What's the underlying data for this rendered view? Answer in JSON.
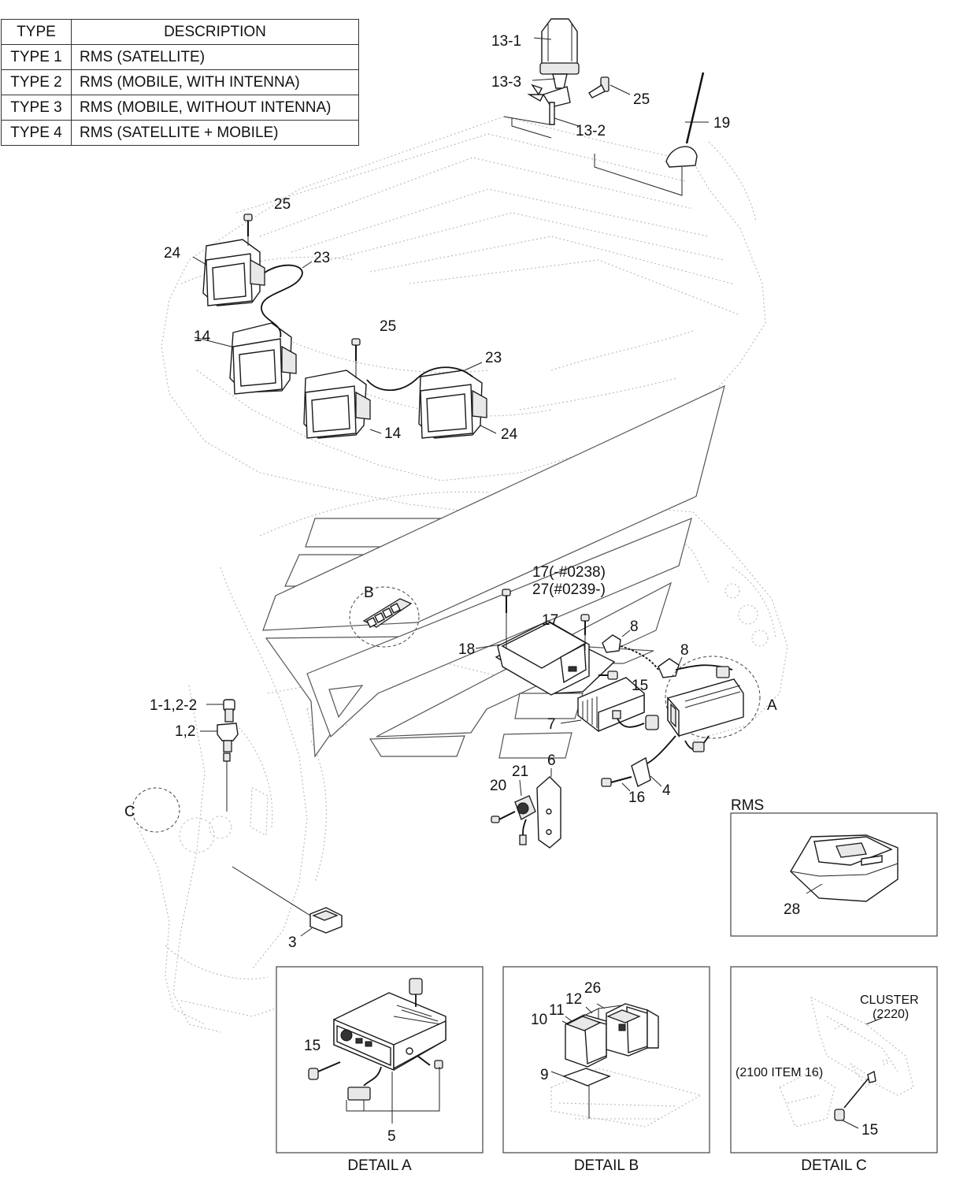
{
  "table": {
    "header": {
      "type": "TYPE",
      "description": "DESCRIPTION"
    },
    "rows": [
      {
        "type": "TYPE 1",
        "description": "RMS (SATELLITE)"
      },
      {
        "type": "TYPE 2",
        "description": "RMS (MOBILE, WITH INTENNA)"
      },
      {
        "type": "TYPE 3",
        "description": "RMS (MOBILE, WITHOUT INTENNA)"
      },
      {
        "type": "TYPE 4",
        "description": "RMS (SATELLITE + MOBILE)"
      }
    ]
  },
  "labels": {
    "p13_1": "13-1",
    "p13_3": "13-3",
    "p13_2": "13-2",
    "p25_top": "25",
    "p19": "19",
    "p25_lamp": "25",
    "p24_left": "24",
    "p23_left": "23",
    "p14_left": "14",
    "p25_mid": "25",
    "p23_right": "23",
    "p14_right": "14",
    "p24_right": "24",
    "p17_27a": "17(-#0238)",
    "p17_27b": "27(#0239-)",
    "pB": "B",
    "p17": "17",
    "p8_a": "8",
    "p8_b": "8",
    "p18": "18",
    "p15": "15",
    "pA": "A",
    "p7": "7",
    "p1_1": "1-1,2-2",
    "p1_2": "1,2",
    "pC": "C",
    "p6": "6",
    "p21": "21",
    "p20": "20",
    "p16": "16",
    "p4": "4",
    "p3": "3",
    "rms_title": "RMS",
    "p28": "28",
    "da_15": "15",
    "da_5": "5",
    "db_26": "26",
    "db_12": "12",
    "db_11": "11",
    "db_10": "10",
    "db_9": "9",
    "dc_cluster": "CLUSTER",
    "dc_2220": "(2220)",
    "dc_2100": "(2100 ITEM 16)",
    "dc_15": "15"
  },
  "captions": {
    "a": "DETAIL A",
    "b": "DETAIL B",
    "c": "DETAIL C"
  }
}
